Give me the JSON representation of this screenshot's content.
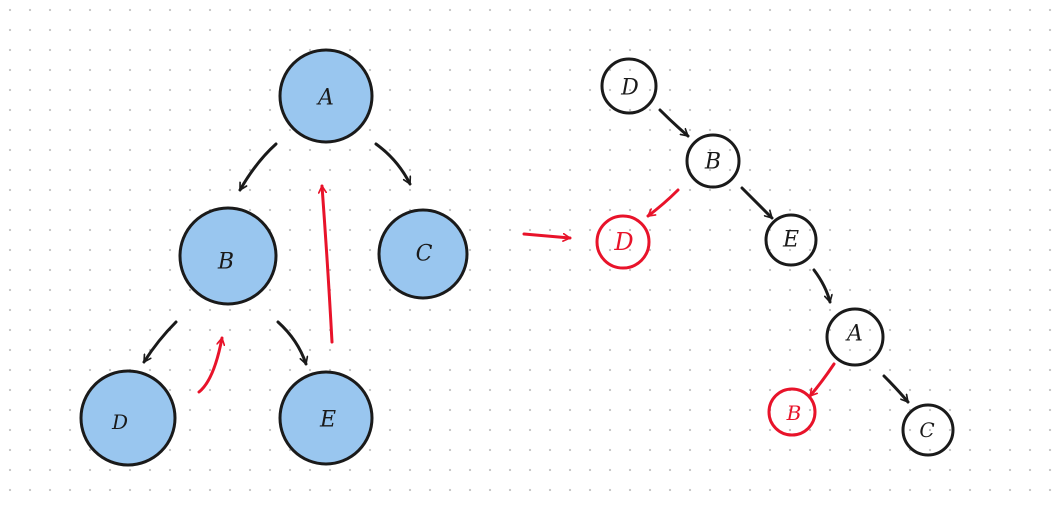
{
  "colors": {
    "node_fill": "#99c6ef",
    "ink": "#1a1a1a",
    "traversal": "#e8132a"
  },
  "tree": {
    "nodes": [
      {
        "id": "A",
        "label": "A"
      },
      {
        "id": "B",
        "label": "B"
      },
      {
        "id": "C",
        "label": "C"
      },
      {
        "id": "D",
        "label": "D"
      },
      {
        "id": "E",
        "label": "E"
      }
    ]
  },
  "sequence": {
    "nodes": [
      {
        "id": "s1",
        "label": "D",
        "highlight": false
      },
      {
        "id": "s2",
        "label": "B",
        "highlight": false
      },
      {
        "id": "s3",
        "label": "D",
        "highlight": true
      },
      {
        "id": "s4",
        "label": "E",
        "highlight": false
      },
      {
        "id": "s5",
        "label": "A",
        "highlight": false
      },
      {
        "id": "s6",
        "label": "B",
        "highlight": true
      },
      {
        "id": "s7",
        "label": "C",
        "highlight": false
      }
    ]
  }
}
